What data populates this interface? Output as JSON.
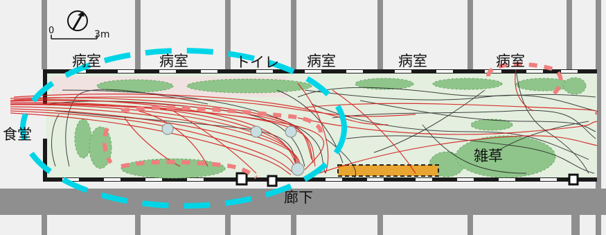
{
  "compass": {
    "symbol": "N-arrow"
  },
  "scale": {
    "zero_label": "0",
    "length_label": "3m"
  },
  "rooms": {
    "room1": "病室",
    "room2": "病室",
    "toilet": "トイレ",
    "room3": "病室",
    "room4": "病室",
    "room5": "病室",
    "dining": "食堂",
    "corridor": "廊下",
    "weeds": "雑草"
  },
  "colors": {
    "wall": "#8a8a8a",
    "floor": "#ececec",
    "garden": "#e3efdf",
    "shrub": "#8fc58a",
    "trajectory": "#d41414",
    "path": "#222222",
    "highlight": "#00d5e8",
    "pink_dash": "#f07e7e",
    "bench": "#e9a531"
  }
}
